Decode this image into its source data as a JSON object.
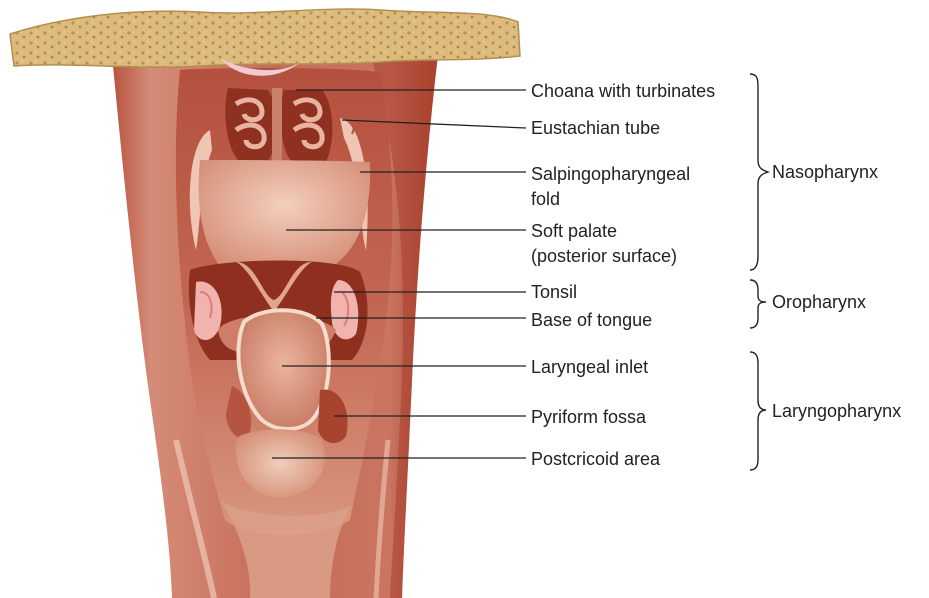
{
  "labels": {
    "choana": "Choana with turbinates",
    "eustachian": "Eustachian tube",
    "salpingo_line1": "Salpingopharyngeal",
    "salpingo_line2": "fold",
    "soft_palate_line1": "Soft palate",
    "soft_palate_line2": "(posterior surface)",
    "tonsil": "Tonsil",
    "base_tongue": "Base of tongue",
    "laryngeal_inlet": "Laryngeal inlet",
    "pyriform": "Pyriform fossa",
    "postcricoid": "Postcricoid area"
  },
  "groups": {
    "nasopharynx": "Nasopharynx",
    "oropharynx": "Oropharynx",
    "laryngopharynx": "Laryngopharynx"
  },
  "colors": {
    "bone": "#d9b779",
    "mucosa_dark": "#9b3b2b",
    "mucosa_mid": "#c46a55",
    "mucosa_light": "#e9b8a4",
    "tonsil_pink": "#f1b3ae",
    "leader_line": "#222222"
  }
}
